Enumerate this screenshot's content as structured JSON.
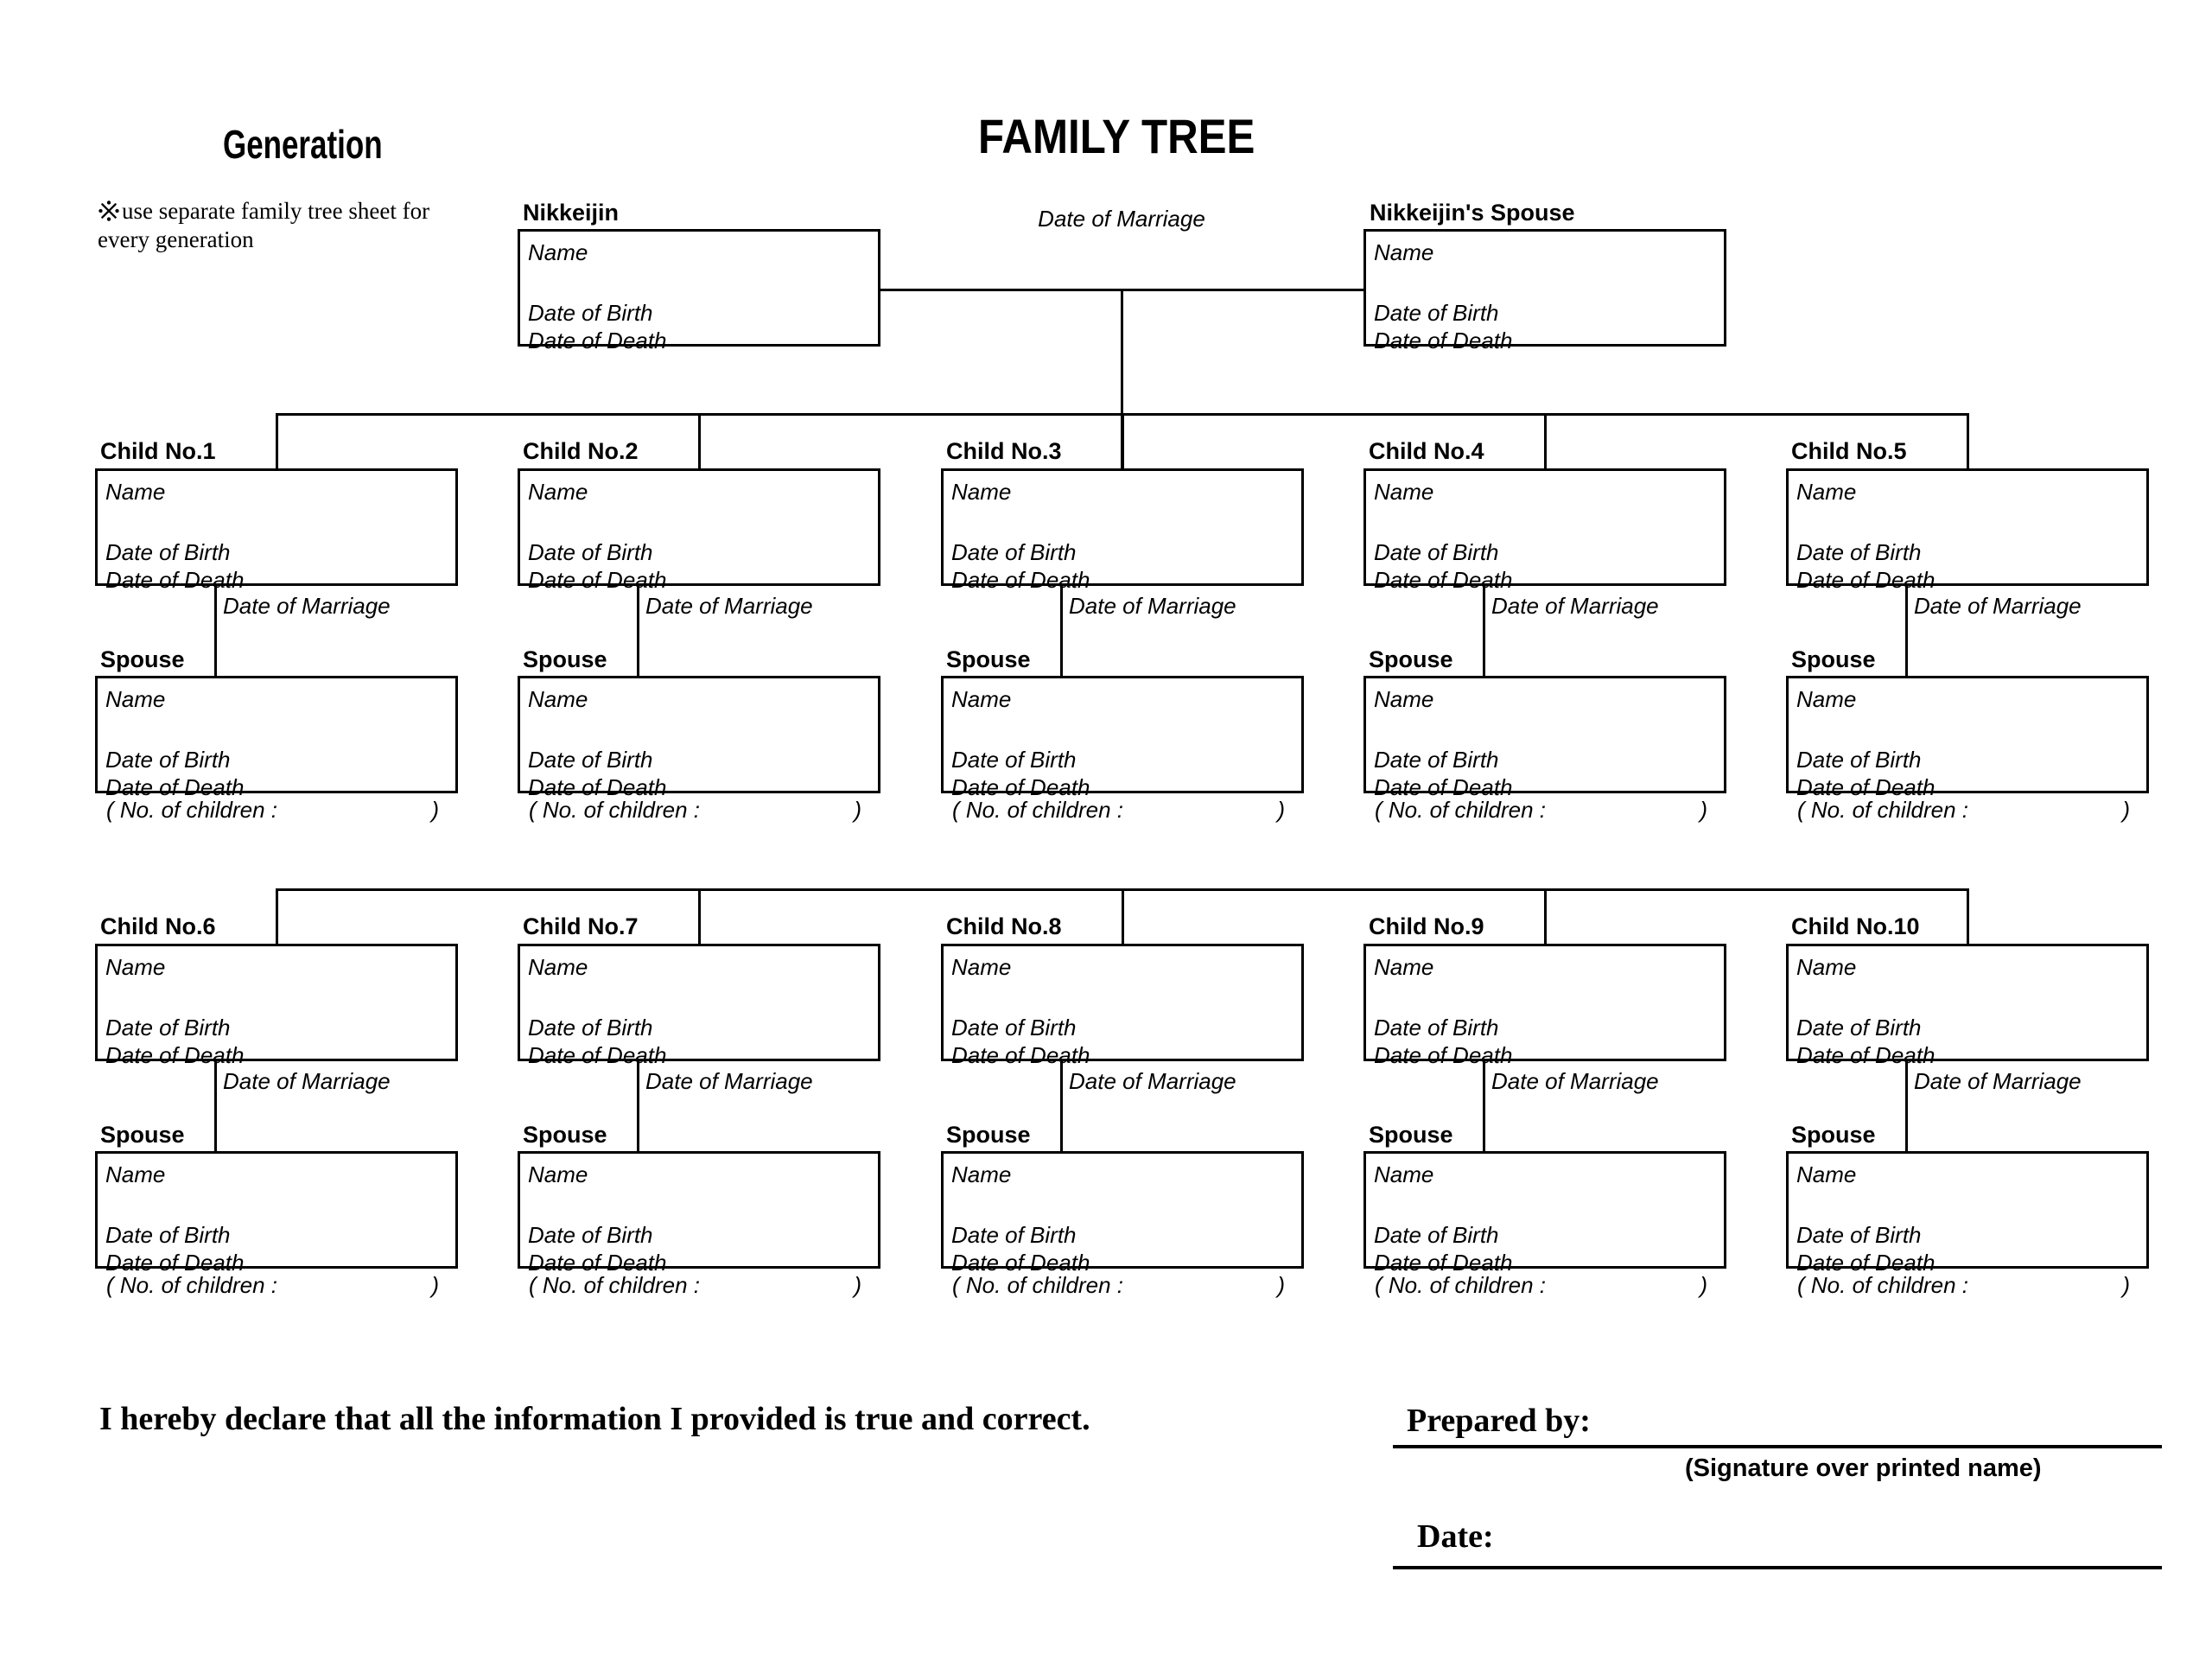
{
  "page": {
    "generation_label": "Generation",
    "title": "FAMILY TREE",
    "note_ref_mark": "※",
    "note_line1": "use separate family tree sheet for",
    "note_line2": "every generation"
  },
  "parents": {
    "person_label": "Nikkeijin",
    "spouse_label": "Nikkeijin's Spouse",
    "marriage_label": "Date of Marriage"
  },
  "labels": {
    "name": "Name",
    "date_of_birth": "Date of Birth",
    "date_of_death": "Date of Death",
    "date_of_marriage": "Date of Marriage",
    "spouse": "Spouse",
    "no_of_children_open": "( No. of children :",
    "no_of_children_close": ")"
  },
  "children": [
    {
      "label": "Child No.1"
    },
    {
      "label": "Child No.2"
    },
    {
      "label": "Child No.3"
    },
    {
      "label": "Child No.4"
    },
    {
      "label": "Child No.5"
    },
    {
      "label": "Child No.6"
    },
    {
      "label": "Child No.7"
    },
    {
      "label": "Child No.8"
    },
    {
      "label": "Child No.9"
    },
    {
      "label": "Child No.10"
    }
  ],
  "footer": {
    "declaration": "I hereby declare that all the information I provided is true and correct.",
    "prepared_by_label": "Prepared by:",
    "signature_caption": "(Signature over printed name)",
    "date_label": "Date:"
  },
  "colors": {
    "ink": "#000000",
    "paper": "#ffffff"
  }
}
